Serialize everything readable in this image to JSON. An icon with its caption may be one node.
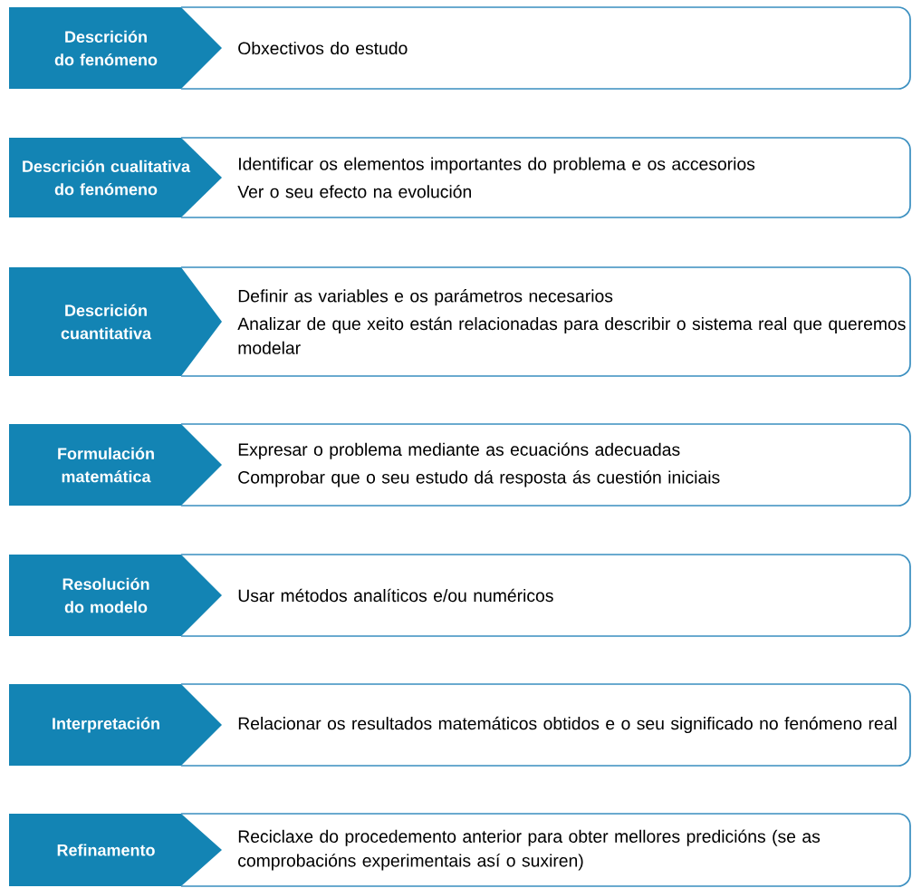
{
  "diagram": {
    "nodes": [
      {
        "text": [
          "Descrición do fenómeno"
        ]
      },
      {
        "text": [
          "Obxectivos do estudo"
        ]
      },
      {
        "text": [
          "Descrición cualitativa do fenómeno"
        ]
      },
      {
        "text": [
          "Identificar os elementos importantes do problema e os accesorios",
          "Ver o seu efecto na evolución"
        ]
      },
      {
        "text": [
          "Descrición cuantitativa"
        ]
      },
      {
        "text": [
          "Definir as variables e os parámetros necesarios",
          "Analizar de que xeito están relacionadas para describir o sistema real que queremos modelar"
        ]
      },
      {
        "text": [
          "Formulación matemática"
        ]
      },
      {
        "text": [
          "Expresar o problema mediante as ecuacións adecuadas",
          "Comprobar que o seu estudo dá resposta ás cuestión iniciais"
        ]
      },
      {
        "text": [
          "Resolución do modelo"
        ]
      },
      {
        "text": [
          "Usar métodos analíticos e/ou numéricos"
        ]
      },
      {
        "text": [
          "Interpretación"
        ]
      },
      {
        "text": [
          "Relacionar os resultados matemáticos obtidos e o seu significado no fenómeno real"
        ]
      },
      {
        "text": [
          "Refinamento"
        ]
      },
      {
        "text": [
          "Reciclaxe do procedemento anterior para obter mellores predicións (se as comprobacións experimentais así o suxiren)"
        ]
      }
    ]
  }
}
